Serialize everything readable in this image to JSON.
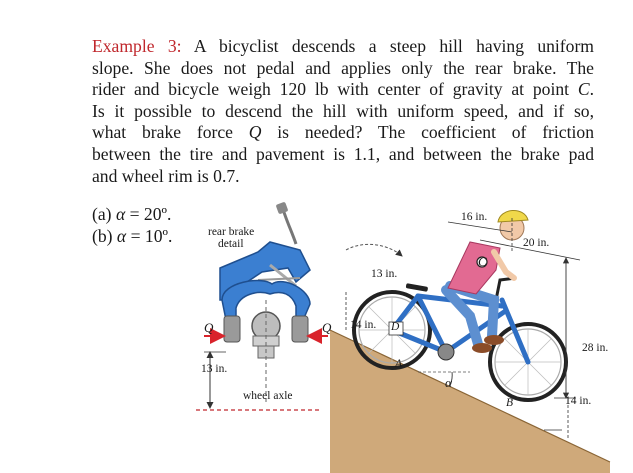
{
  "problem": {
    "example_label": "Example 3:",
    "lines": [
      " A bicyclist descends a steep hill having uniform",
      "slope. She does not pedal and applies only the rear brake. The",
      "rider and bicycle weigh 120 lb with center of gravity at point ",
      "Is it possible to descend the hill with uniform speed, and if so,",
      "what brake force ",
      "between the tire and pavement is 1.1, and between the brake pad",
      "and wheel rim is 0.7."
    ],
    "point_c": "C",
    "point_c_suffix": ".",
    "q_var": "Q",
    "line5_rest": " is needed? The coefficient of friction"
  },
  "parts": {
    "a_prefix": "(a) ",
    "a_alpha": "α",
    "a_value": " = 20º.",
    "b_prefix": "(b) ",
    "b_alpha": "α",
    "b_value": " = 10º."
  },
  "figure": {
    "brake_detail_label_1": "rear brake",
    "brake_detail_label_2": "detail",
    "q_left": "Q",
    "q_right": "Q",
    "dim_13in": "13 in.",
    "wheel_axle": "wheel axle",
    "dim_16in": "16 in.",
    "dim_20in": "20 in.",
    "point_c": "C",
    "dim_13in_bike": "13 in.",
    "dim_14in_left": "14 in.",
    "point_d": "D",
    "point_a": "A",
    "angle_alpha": "α",
    "point_b": "B",
    "dim_28in": "28 in.",
    "dim_14in_bottom": "14 in."
  },
  "colors": {
    "example_label": "#c0282d",
    "brake_blue": "#3b7fd1",
    "frame_blue": "#2f6fc4",
    "road": "#c79a63",
    "jersey": "#e26a92",
    "jeans": "#5d8fd0",
    "force_arrow": "#d9232b"
  }
}
